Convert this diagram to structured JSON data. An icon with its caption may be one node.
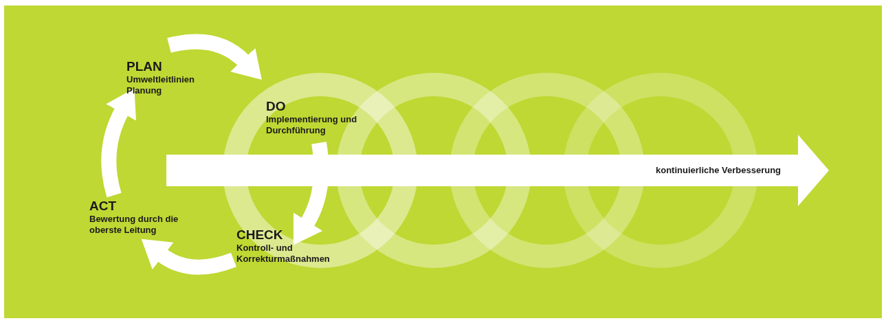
{
  "diagram": {
    "nodes": [
      {
        "text": [
          "PLAN",
          "Umweltleitlinien Planung"
        ]
      },
      {
        "text": [
          "DO",
          "Implementierung und Durchführung"
        ]
      },
      {
        "text": [
          "CHECK",
          "Kontroll- und Korrekturmaßnahmen"
        ]
      },
      {
        "text": [
          "ACT",
          "Bewertung durch die oberste Leitung"
        ]
      }
    ],
    "edges": [
      {
        "from": 0,
        "to": 1,
        "arrow": "to"
      },
      {
        "from": 1,
        "to": 2,
        "arrow": "to"
      },
      {
        "from": 2,
        "to": 3,
        "arrow": "to"
      },
      {
        "from": 3,
        "to": 0,
        "arrow": "to"
      }
    ],
    "labels": [
      "kontinuierliche Verbesserung"
    ]
  }
}
